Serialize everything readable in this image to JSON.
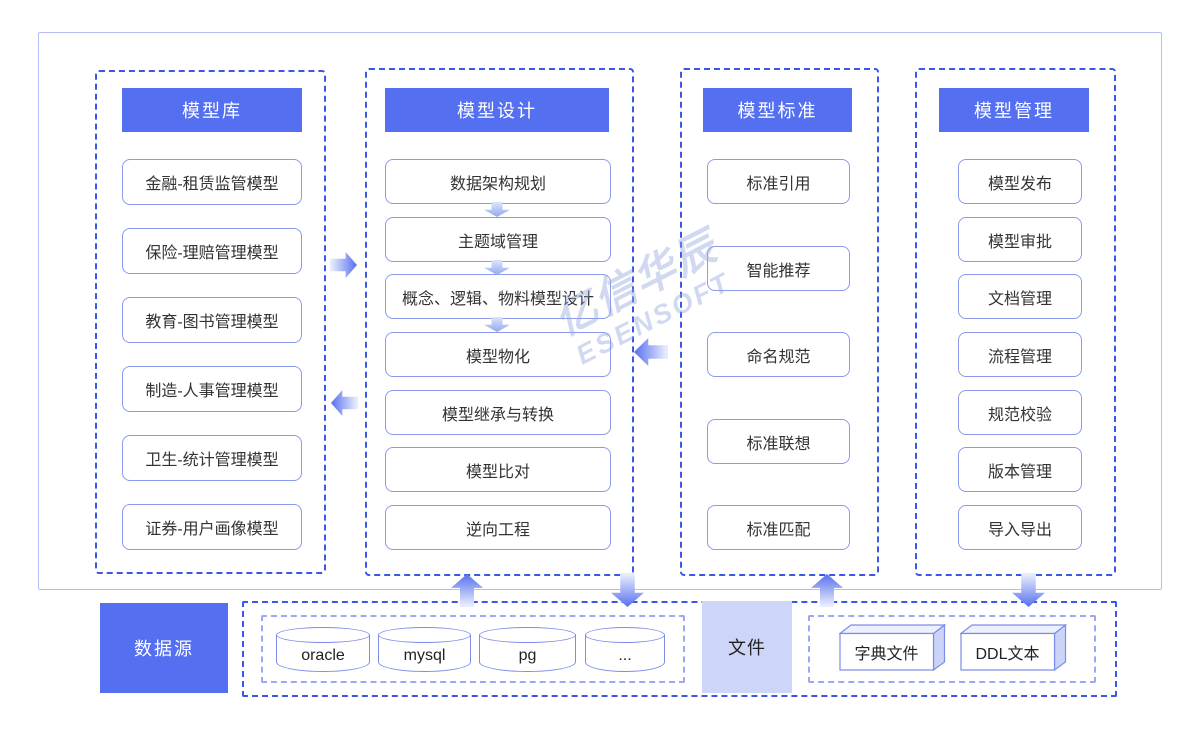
{
  "watermark": {
    "line1": "亿信华辰",
    "line2": "ESENSOFT"
  },
  "columns": [
    {
      "header": "模型库",
      "items": [
        "金融-租赁监管模型",
        "保险-理赔管理模型",
        "教育-图书管理模型",
        "制造-人事管理模型",
        "卫生-统计管理模型",
        "证券-用户画像模型"
      ]
    },
    {
      "header": "模型设计",
      "items": [
        "数据架构规划",
        "主题域管理",
        "概念、逻辑、物料模型设计",
        "模型物化",
        "模型继承与转换",
        "模型比对",
        "逆向工程"
      ]
    },
    {
      "header": "模型标准",
      "items": [
        "标准引用",
        "智能推荐",
        "命名规范",
        "标准联想",
        "标准匹配"
      ]
    },
    {
      "header": "模型管理",
      "items": [
        "模型发布",
        "模型审批",
        "文档管理",
        "流程管理",
        "规范校验",
        "版本管理",
        "导入导出"
      ]
    }
  ],
  "bottom": {
    "datasource_label": "数据源",
    "databases": [
      "oracle",
      "mysql",
      "pg",
      "..."
    ],
    "file_label": "文件",
    "file_items": [
      "字典文件",
      "DDL文本"
    ]
  },
  "colors": {
    "primary_blue": "#5470F1",
    "dash_strong": "#3A57E8",
    "dash_light": "#9AA9F1",
    "item_border": "#8B9AEC",
    "file_fill": "#CDD5F8",
    "container_border": "#B4BDF5",
    "arrow_dark": "#5E76EF",
    "arrow_light": "#E7ECFD"
  }
}
